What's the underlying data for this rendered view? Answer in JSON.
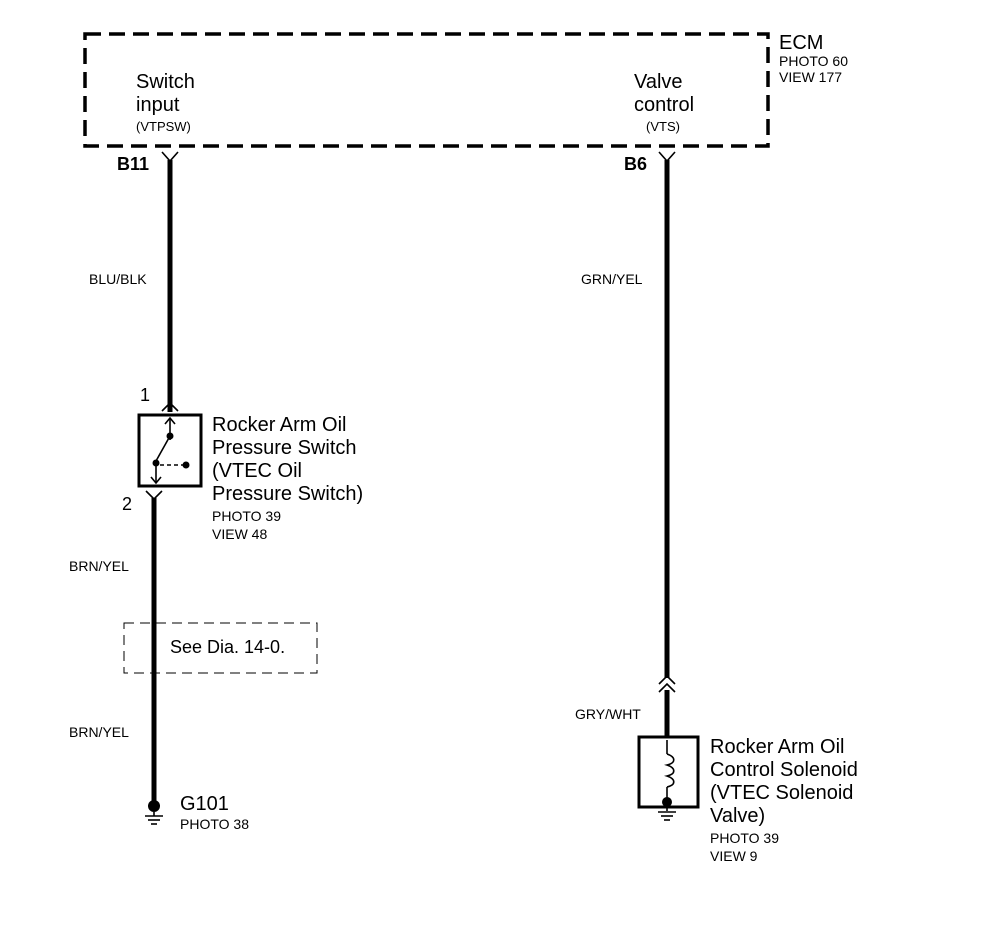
{
  "ecm": {
    "name": "ECM",
    "photo": "PHOTO 60",
    "view": "VIEW 177",
    "switch_input_line1": "Switch",
    "switch_input_line2": "input",
    "switch_input_signal": "(VTPSW)",
    "valve_control_line1": "Valve",
    "valve_control_line2": "control",
    "valve_control_signal": "(VTS)"
  },
  "pins": {
    "b11": "B11",
    "b6": "B6"
  },
  "wires": {
    "blu_blk": "BLU/BLK",
    "grn_yel": "GRN/YEL",
    "brn_yel_upper": "BRN/YEL",
    "brn_yel_lower": "BRN/YEL",
    "gry_wht": "GRY/WHT"
  },
  "pressure_switch": {
    "pin_top": "1",
    "pin_bottom": "2",
    "line1": "Rocker Arm Oil",
    "line2": "Pressure Switch",
    "line3": "(VTEC Oil",
    "line4": "Pressure Switch)",
    "photo": "PHOTO 39",
    "view": "VIEW 48"
  },
  "reference": {
    "text": "See Dia. 14-0."
  },
  "ground": {
    "name": "G101",
    "photo": "PHOTO 38"
  },
  "solenoid": {
    "line1": "Rocker Arm Oil",
    "line2": "Control Solenoid",
    "line3": "(VTEC Solenoid",
    "line4": "Valve)",
    "photo": "PHOTO 39",
    "view": "VIEW 9"
  }
}
